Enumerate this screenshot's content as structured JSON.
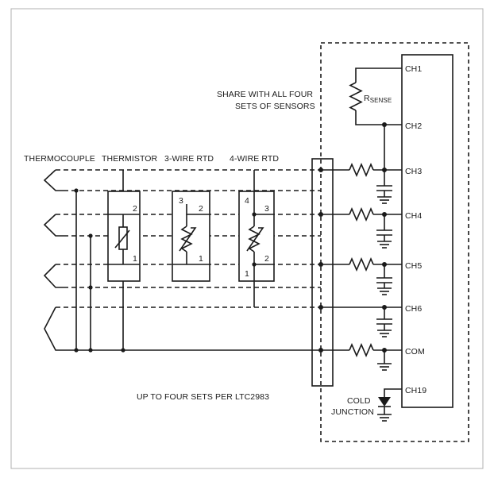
{
  "labels": {
    "share_line1": "SHARE WITH ALL FOUR",
    "share_line2": "SETS OF SENSORS",
    "rsense_main": "R",
    "rsense_sub": "SENSE",
    "thermocouple": "THERMOCOUPLE",
    "thermistor": "THERMISTOR",
    "rtd3": "3-WIRE RTD",
    "rtd4": "4-WIRE RTD",
    "note": "UP TO FOUR SETS PER LTC2983",
    "cold_junction_line1": "COLD",
    "cold_junction_line2": "JUNCTION"
  },
  "channels": [
    "CH1",
    "CH2",
    "CH3",
    "CH4",
    "CH5",
    "CH6",
    "COM",
    "CH19"
  ],
  "thermistor_pins": {
    "top": "2",
    "bottom": "1"
  },
  "rtd3_pins": {
    "top_left": "3",
    "top_right": "2",
    "bottom": "1"
  },
  "rtd4_pins": {
    "top_left": "4",
    "top_right": "3",
    "bottom_right": "2",
    "bottom_left": "1"
  },
  "colors": {
    "line": "#1a1a1a",
    "frame": "#b0b0b0",
    "background": "#ffffff"
  }
}
